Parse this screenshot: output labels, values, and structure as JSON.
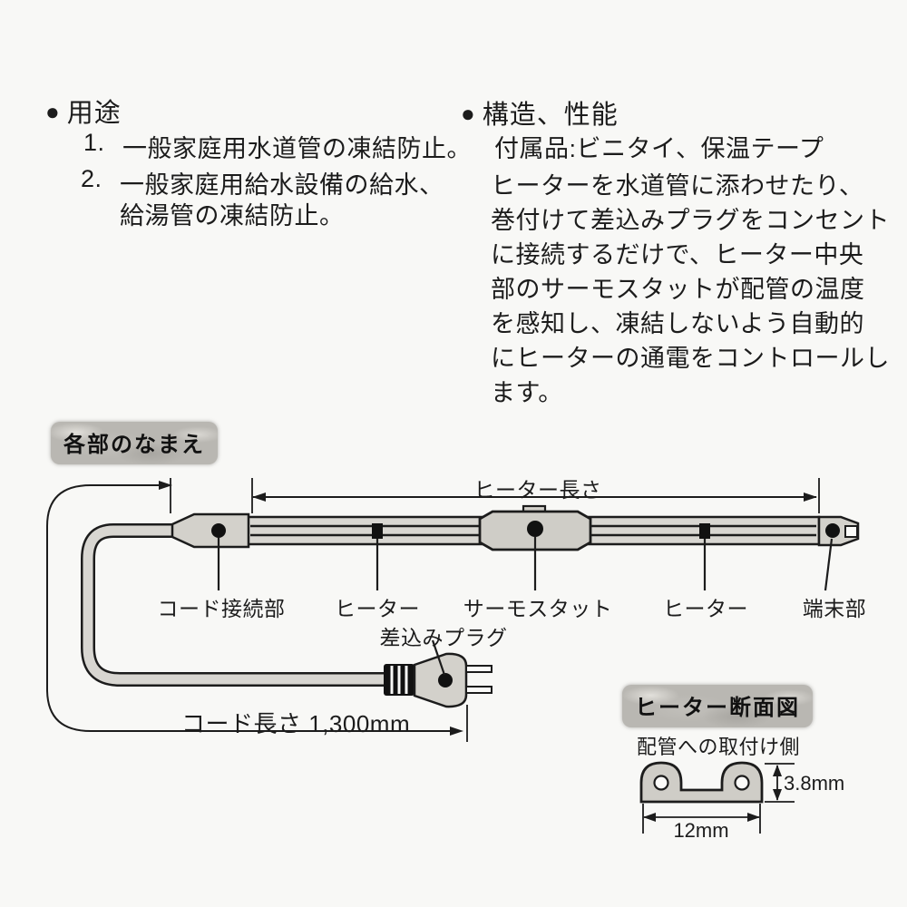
{
  "usage_section": {
    "bullet": "●",
    "title": "用途",
    "item1_number": "1.",
    "item1_text": "一般家庭用水道管の凍結防止。",
    "item2_number": "2.",
    "item2_text": "一般家庭用給水設備の給水、",
    "item2_text_cont": "給湯管の凍結防止。"
  },
  "structure_section": {
    "bullet": "●",
    "title": "構造、性能",
    "accessories": "付属品:ビニタイ、保温テープ",
    "description": "ヒーターを水道管に添わせたり、\n巻付けて差込みプラグをコンセント\nに接続するだけで、ヒーター中央\n部のサーモスタットが配管の温度\nを感知し、凍結しないよう自動的\nにヒーターの通電をコントロールし\nます。"
  },
  "parts_diagram": {
    "badge": "各部のなまえ",
    "heater_length_label": "ヒーター長さ",
    "cord_length_label": "コード長さ 1,300mm",
    "labels": {
      "cord_connection": "コード接続部",
      "heater_left": "ヒーター",
      "thermostat": "サーモスタット",
      "heater_right": "ヒーター",
      "terminal": "端末部",
      "plug": "差込みプラグ"
    }
  },
  "cross_section": {
    "badge": "ヒーター断面図",
    "mount_side_label": "配管への取付け側",
    "height_dim": "3.8mm",
    "width_dim": "12mm"
  },
  "colors": {
    "ink": "#1c1c1c",
    "part_fill": "#d6d4ce",
    "badge_gray": "#b9b7b2",
    "background": "#f8f8f6"
  }
}
